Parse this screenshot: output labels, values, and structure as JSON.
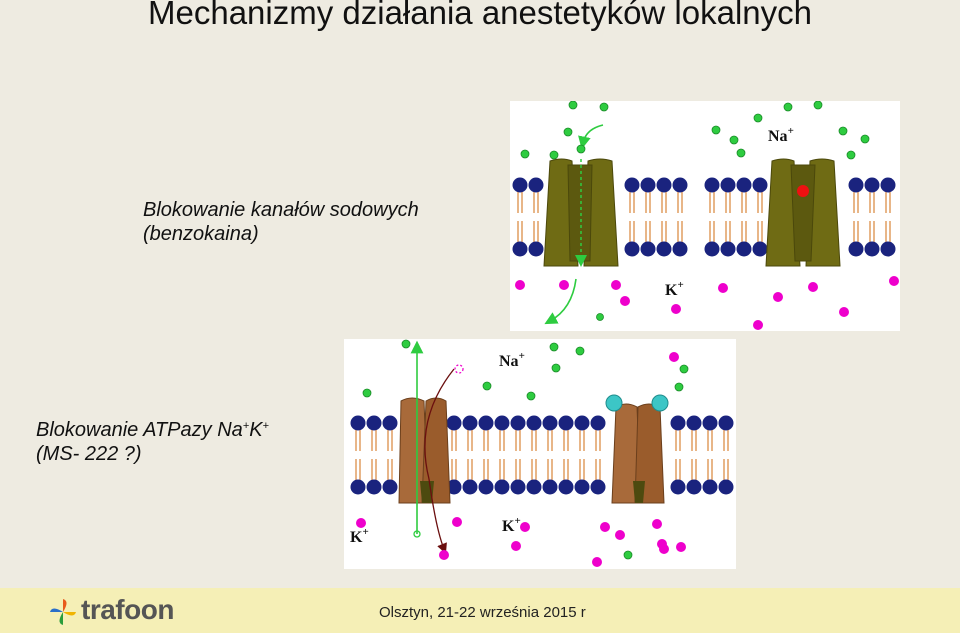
{
  "slide": {
    "title": "Mechanizmy działania anestetyków lokalnych",
    "caption_sodium": [
      "Blokowanie kanałów sodowych",
      "(benzokaina)"
    ],
    "caption_atpase": {
      "prefix": "Blokowanie ATPazy Na",
      "sup1": "+",
      "middle": "K",
      "sup2": "+",
      "line2": "(MS- 222 ?)"
    }
  },
  "diagram_top": {
    "label_na": "Na",
    "label_k": "K",
    "sup": "+"
  },
  "diagram_bottom": {
    "label_na": "Na",
    "label_k_left": "K",
    "label_k_right": "K",
    "sup": "+"
  },
  "footer": {
    "logo_text": "trafoon",
    "event": "Olsztyn, 21-22 września 2015 r"
  },
  "colors": {
    "background": "#eeebe1",
    "footer": "#f5efb6",
    "lipid_head": "#1a237e",
    "lipid_tail": "#d9853a",
    "channel": "#6f6b14",
    "atpase": "#a86a3a",
    "sodium_ion": "#2ecc40",
    "potassium_ion": "#ee00cc",
    "blocker": "#ee1111",
    "atpase_blocker": "#3cc6c6"
  }
}
